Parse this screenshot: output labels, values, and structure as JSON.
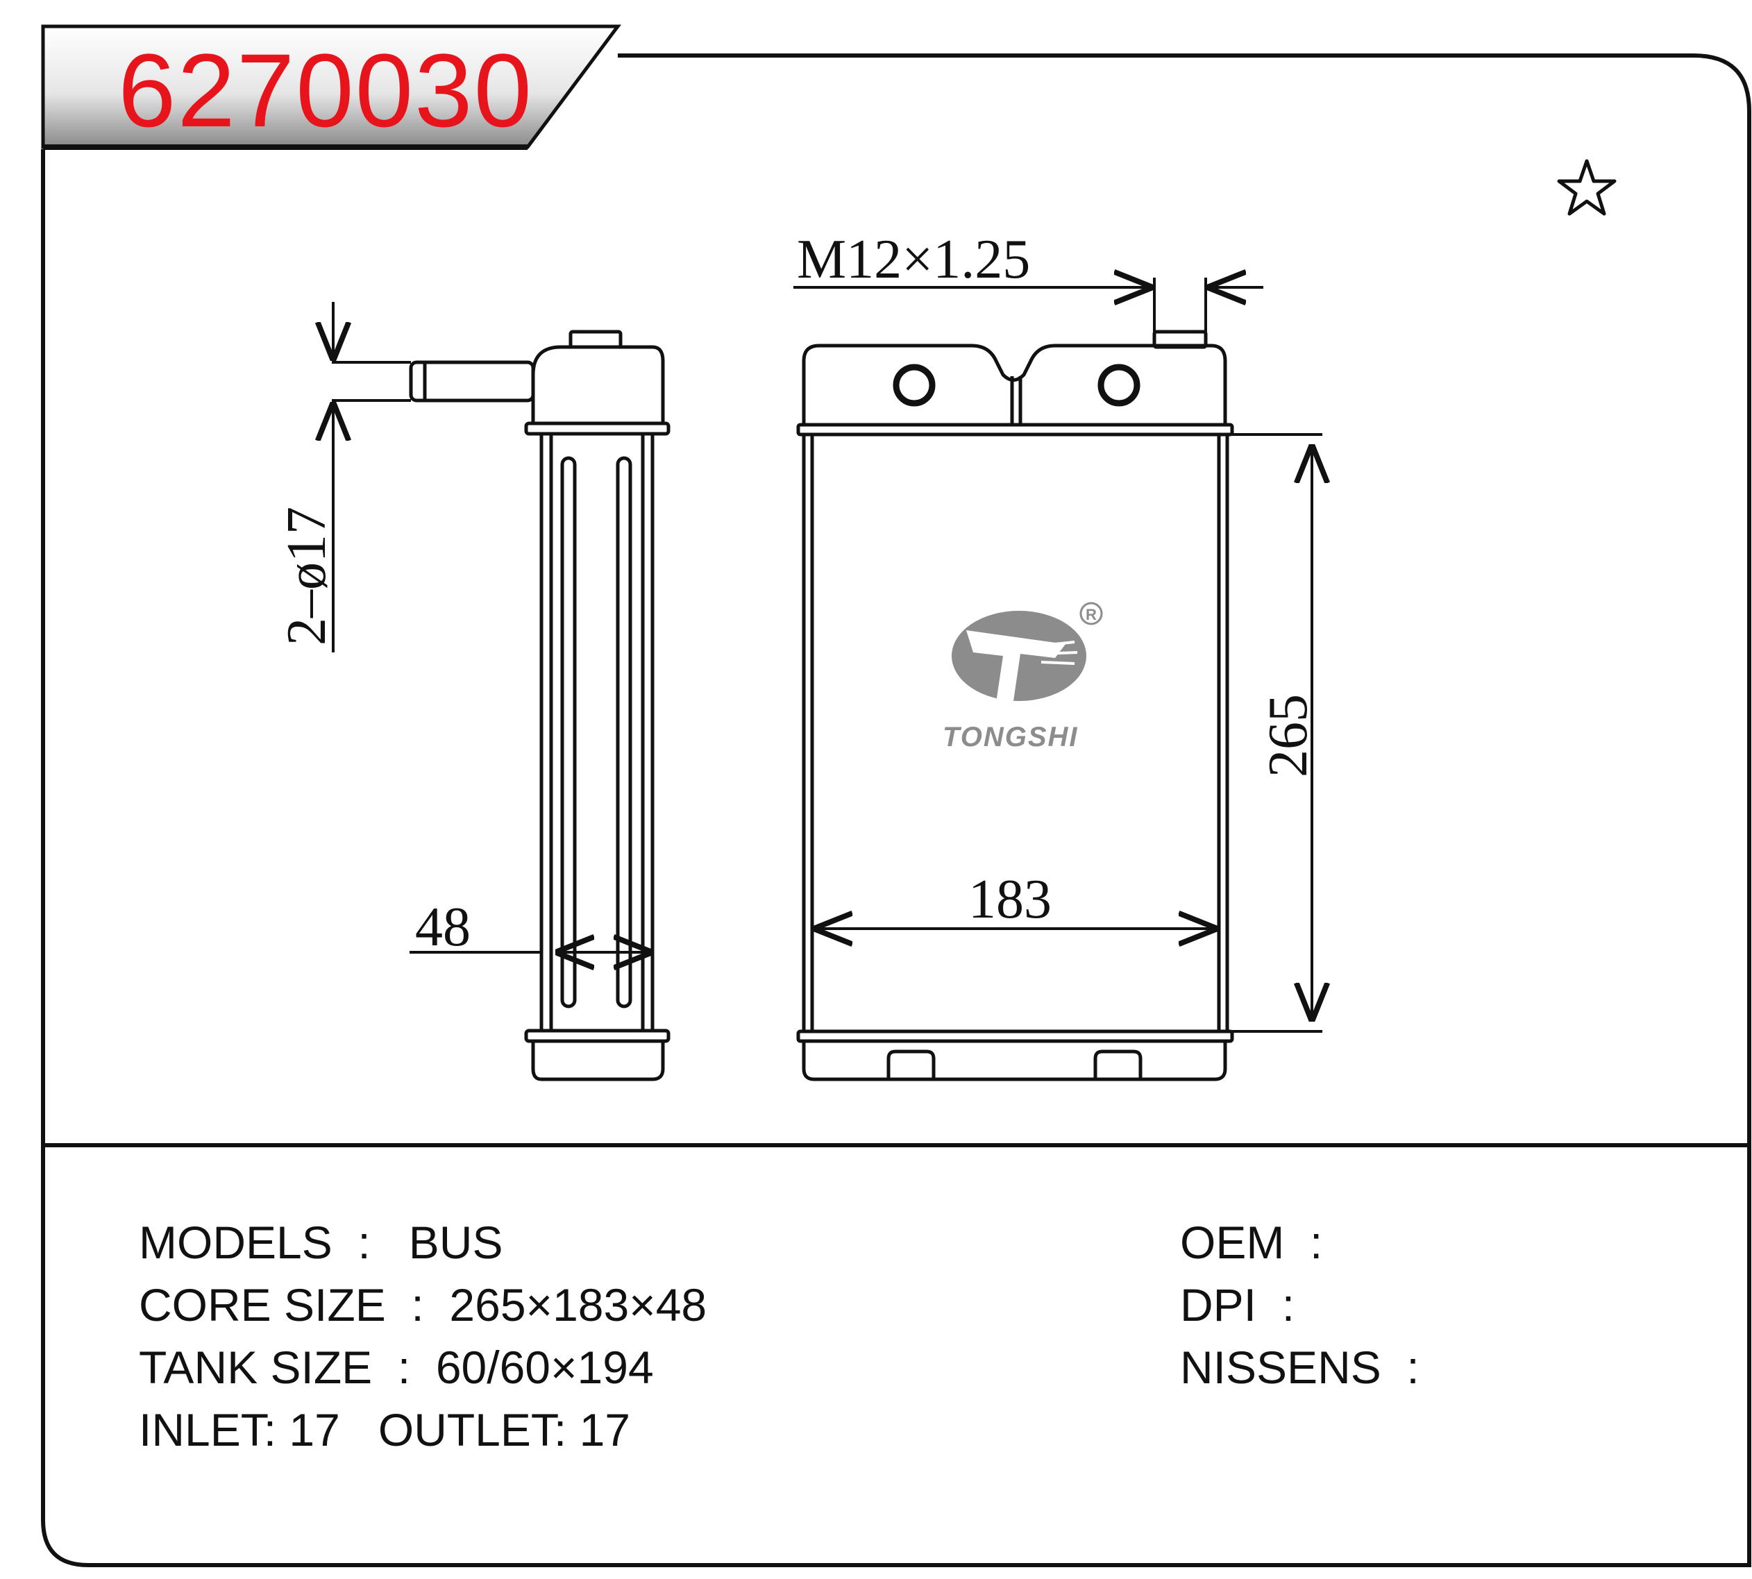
{
  "part_number": "6270030",
  "colors": {
    "part_number": "#e8141c",
    "ink": "#111111",
    "logo": "#8c8c8c"
  },
  "icons": {
    "corner_mark": "star-outline-icon",
    "logo": "tongshi-logo"
  },
  "drawing": {
    "thread_label": "M12×1.25",
    "pipe_label": "2–ø17",
    "height_label": "265",
    "width_label": "183",
    "depth_label": "48",
    "logo_text": "TONGSHI",
    "registered_mark": "R"
  },
  "specs": {
    "models_label": "MODELS",
    "models_value": "BUS",
    "core_label": "CORE SIZE",
    "core_value": "265×183×48",
    "tank_label": "TANK SIZE",
    "tank_value": "60/60×194",
    "inlet_label": "INLET",
    "inlet_value": "17",
    "outlet_label": "OUTLET",
    "outlet_value": "17"
  },
  "references": {
    "oem_label": "OEM",
    "oem_value": "",
    "dpi_label": "DPI",
    "dpi_value": "",
    "nissens_label": "NISSENS",
    "nissens_value": ""
  }
}
